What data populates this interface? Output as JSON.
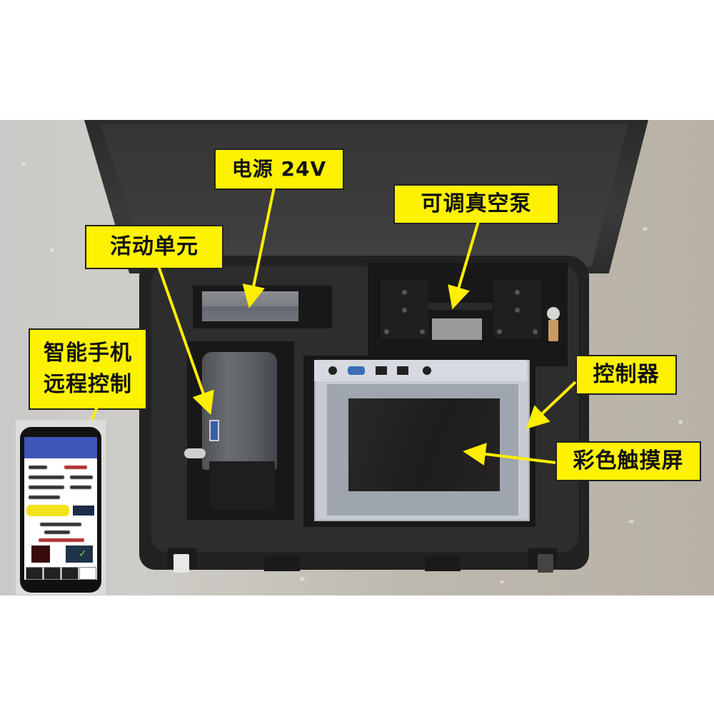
{
  "image": {
    "description": "Annotated product photo of a portable equipment case with labeled components",
    "background_color": "#ffffff",
    "label_color": "#fff200",
    "arrow_color": "#ffee00"
  },
  "labels": {
    "power_supply": "电源 24V",
    "vacuum_pump": "可调真空泵",
    "active_unit": "活动单元",
    "smartphone_line1": "智能手机",
    "smartphone_line2": "远程控制",
    "controller": "控制器",
    "touchscreen": "彩色触摸屏"
  },
  "components": [
    {
      "name": "power-supply",
      "label_ref": "power_supply"
    },
    {
      "name": "vacuum-pump",
      "label_ref": "vacuum_pump"
    },
    {
      "name": "active-unit-cylinder",
      "label_ref": "active_unit"
    },
    {
      "name": "controller",
      "label_ref": "controller"
    },
    {
      "name": "color-touchscreen",
      "label_ref": "touchscreen"
    },
    {
      "name": "smartphone-remote",
      "label_ref": "smartphone"
    }
  ]
}
